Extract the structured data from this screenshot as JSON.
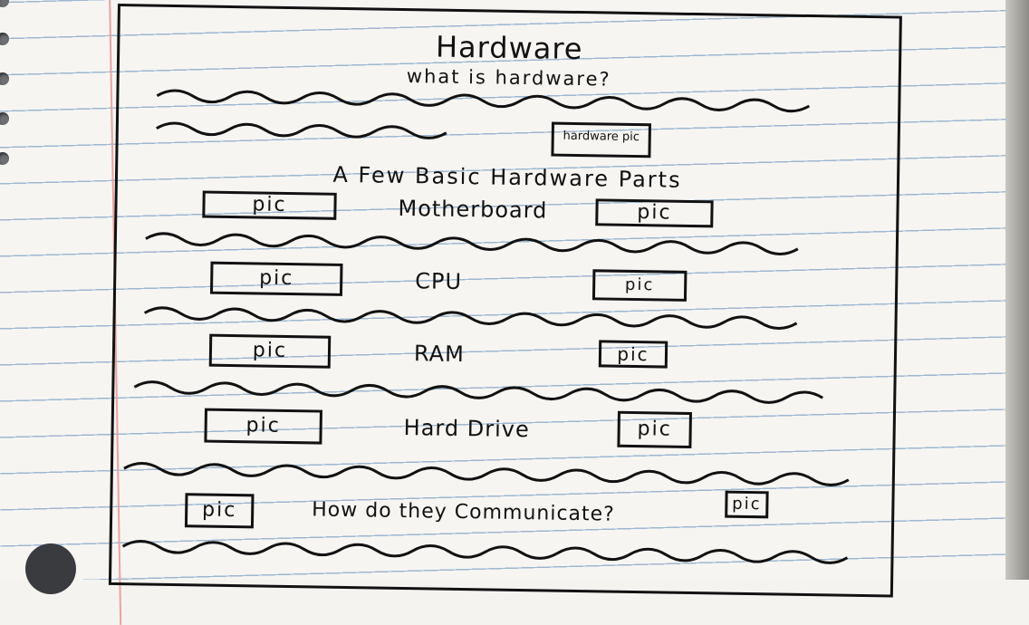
{
  "page": {
    "title": "Hardware",
    "subtitle": "what is hardware?",
    "hero_image": "hardware pic",
    "section_heading": "A Few Basic Hardware Parts",
    "pic_label": "pic",
    "parts": [
      {
        "label": "Motherboard"
      },
      {
        "label": "CPU"
      },
      {
        "label": "RAM"
      },
      {
        "label": "Hard Drive"
      }
    ],
    "communication": "How do they Communicate?"
  }
}
